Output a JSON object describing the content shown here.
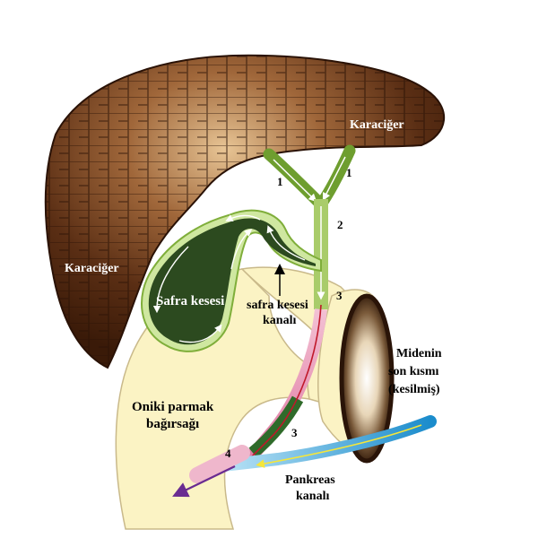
{
  "labels": {
    "liver_right": "Karaciğer",
    "liver_left": "Karaciğer",
    "gallbladder": "Safra kesesi",
    "cystic_duct_line1": "safra kesesi",
    "cystic_duct_line2": "kanalı",
    "duodenum_line1": "Oniki parmak",
    "duodenum_line2": "bağırsağı",
    "stomach_line1": "Midenin",
    "stomach_line2": "son kısmı",
    "stomach_line3": "(kesilmiş)",
    "pancreatic_line1": "Pankreas",
    "pancreatic_line2": "kanalı"
  },
  "numbers": {
    "n1_left": "1",
    "n1_right": "1",
    "n2": "2",
    "n3_top": "3",
    "n3_bottom": "3",
    "n4": "4"
  },
  "colors": {
    "liver": "#6b3a1c",
    "liver_light": "#d9b07a",
    "duodenum": "#fbf3c4",
    "duct_green": "#7fae3a",
    "gallbladder": "#2c4a1f",
    "gallbladder_rim": "#cfe7a0",
    "pancreatic_duct": "#2a9fd6",
    "flow_arrow": "#6a2c91",
    "bile_line": "#c0182a"
  }
}
